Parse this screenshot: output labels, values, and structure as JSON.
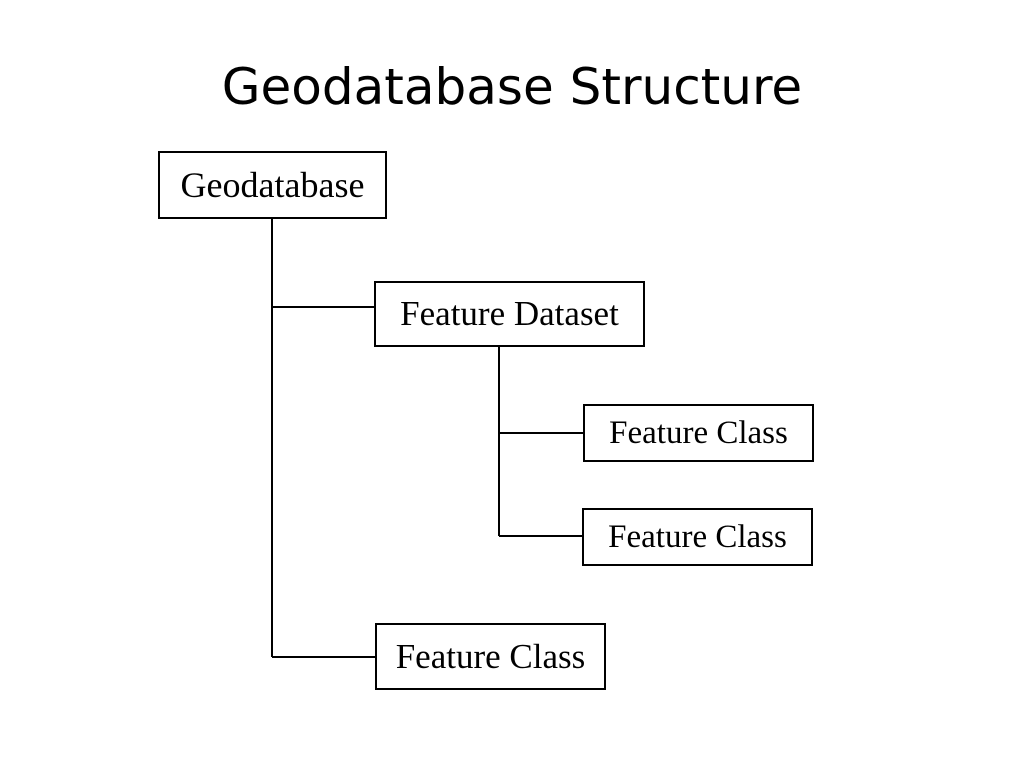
{
  "slide": {
    "title": "Geodatabase Structure"
  },
  "diagram": {
    "root": {
      "label": "Geodatabase"
    },
    "feature_dataset": {
      "label": "Feature Dataset",
      "children": [
        {
          "label": "Feature Class"
        },
        {
          "label": "Feature Class"
        }
      ]
    },
    "feature_class": {
      "label": "Feature Class"
    }
  },
  "colors": {
    "background": "#ffffff",
    "line": "#000000",
    "text": "#000000"
  }
}
